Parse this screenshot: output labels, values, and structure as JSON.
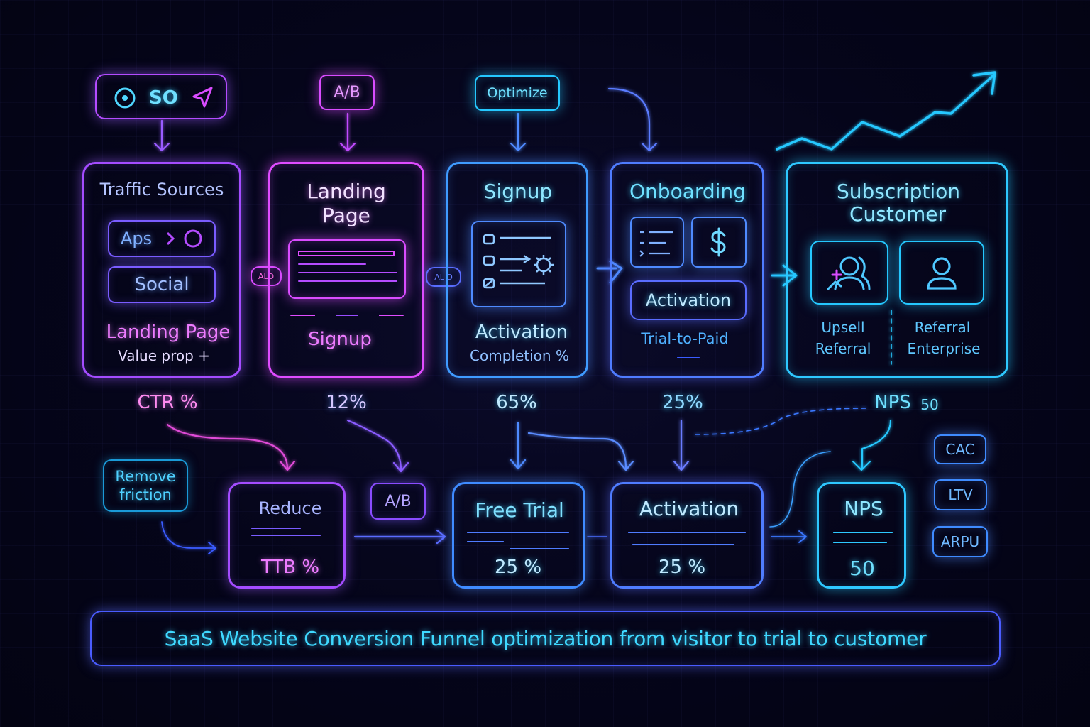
{
  "top_tags": {
    "source": "SO",
    "ab": "A/B",
    "optimize": "Optimize"
  },
  "stages": {
    "traffic": {
      "title": "Traffic Sources",
      "chip1": "Aps",
      "chip2": "Social",
      "sub_title": "Landing Page",
      "sub_text": "Value prop +"
    },
    "landing": {
      "title_line1": "Landing",
      "title_line2": "Page",
      "sub": "Signup"
    },
    "signup": {
      "title": "Signup",
      "sub_title": "Activation",
      "sub_text": "Completion %"
    },
    "onboarding": {
      "title": "Onboarding",
      "activation": "Activation",
      "sub_text": "Trial-to-Paid"
    },
    "subscription": {
      "title_line1": "Subscription",
      "title_line2": "Customer",
      "col1_line1": "Upsell",
      "col1_line2": "Referral",
      "col2_line1": "Referral",
      "col2_line2": "Enterprise"
    }
  },
  "connector_tags": {
    "first": "ALD",
    "second": "AL D"
  },
  "metrics": {
    "ctr": "CTR %",
    "landing": "12%",
    "signup": "65%",
    "onboarding": "25%",
    "nps_label": "NPS",
    "nps_value": "50"
  },
  "bottom": {
    "remove_line1": "Remove",
    "remove_line2": "friction",
    "reduce_title": "Reduce",
    "reduce_value": "TTB %",
    "ab": "A/B",
    "free_trial_title": "Free Trial",
    "free_trial_value": "25 %",
    "activation_title": "Activation",
    "activation_value": "25 %",
    "nps_title": "NPS",
    "nps_value": "50"
  },
  "kpis": [
    "CAC",
    "LTV",
    "ARPU"
  ],
  "caption": "SaaS Website Conversion Funnel optimization from visitor to trial to customer",
  "colors": {
    "magenta": "#d94cff",
    "purple": "#9a5cff",
    "blue": "#4f8bff",
    "cyan": "#25c8ff"
  }
}
